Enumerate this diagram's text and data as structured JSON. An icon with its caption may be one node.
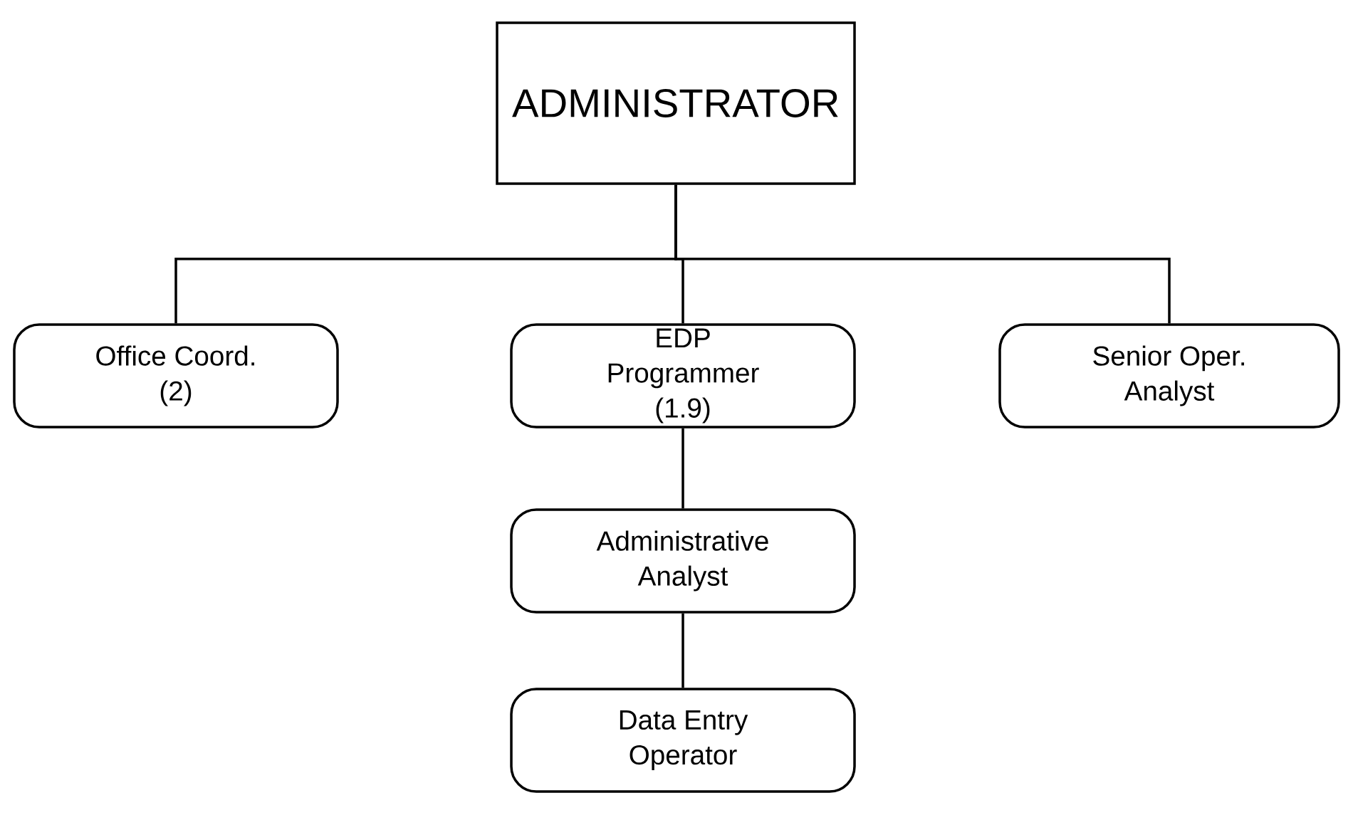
{
  "diagram": {
    "nodes": [
      {
        "text": [
          "ADMINISTRATOR"
        ]
      },
      {
        "text": [
          "Office Coord. (2)"
        ]
      },
      {
        "text": [
          "EDP Programmer (1.9)"
        ]
      },
      {
        "text": [
          "Senior Oper. Analyst"
        ]
      },
      {
        "text": [
          "Administrative Analyst"
        ]
      },
      {
        "text": [
          "Data Entry Operator"
        ]
      }
    ],
    "edges": [
      {
        "from": 0,
        "to": 1,
        "arrow": "none"
      },
      {
        "from": 0,
        "to": 2,
        "arrow": "none"
      },
      {
        "from": 0,
        "to": 3,
        "arrow": "none"
      },
      {
        "from": 2,
        "to": 4,
        "arrow": "none"
      },
      {
        "from": 4,
        "to": 5,
        "arrow": "none"
      }
    ]
  }
}
